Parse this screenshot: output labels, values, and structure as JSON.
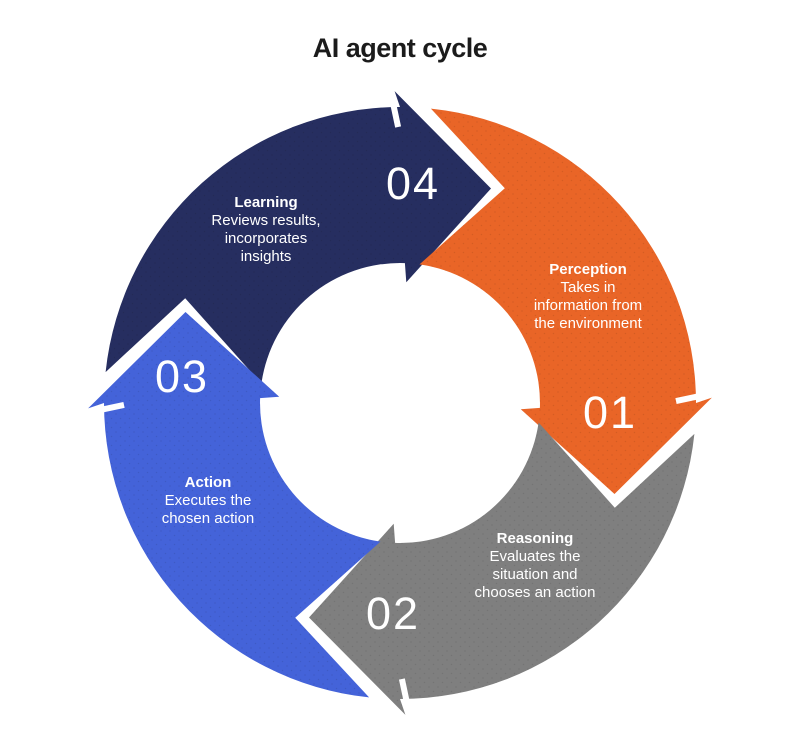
{
  "title": "AI agent cycle",
  "colors": {
    "background": "#ffffff",
    "title_text": "#1b1b1b",
    "segment_text": "#ffffff",
    "gap": "#ffffff"
  },
  "segments": [
    {
      "id": "perception",
      "number": "01",
      "name": "Perception",
      "desc": [
        "Takes in",
        "information from",
        "the environment"
      ],
      "color": "#e96527"
    },
    {
      "id": "reasoning",
      "number": "02",
      "name": "Reasoning",
      "desc": [
        "Evaluates the",
        "situation and",
        "chooses an action"
      ],
      "color": "#7f7f7f"
    },
    {
      "id": "action",
      "number": "03",
      "name": "Action",
      "desc": [
        "Executes the",
        "chosen action"
      ],
      "color": "#4463d9"
    },
    {
      "id": "learning",
      "number": "04",
      "name": "Learning",
      "desc": [
        "Reviews results,",
        "incorporates",
        "insights"
      ],
      "color": "#262e60"
    }
  ]
}
